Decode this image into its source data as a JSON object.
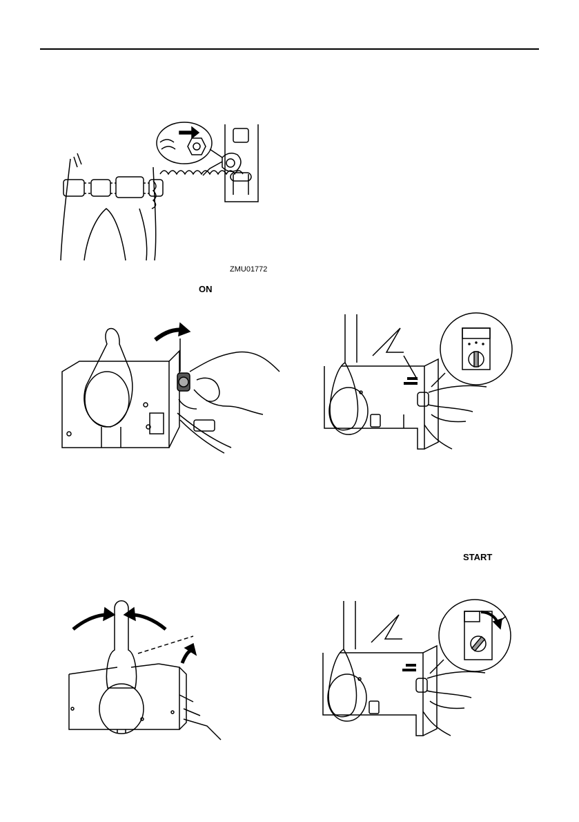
{
  "figure1": {
    "code": "ZMU01772"
  },
  "labels": {
    "on": "ON",
    "start": "START"
  }
}
